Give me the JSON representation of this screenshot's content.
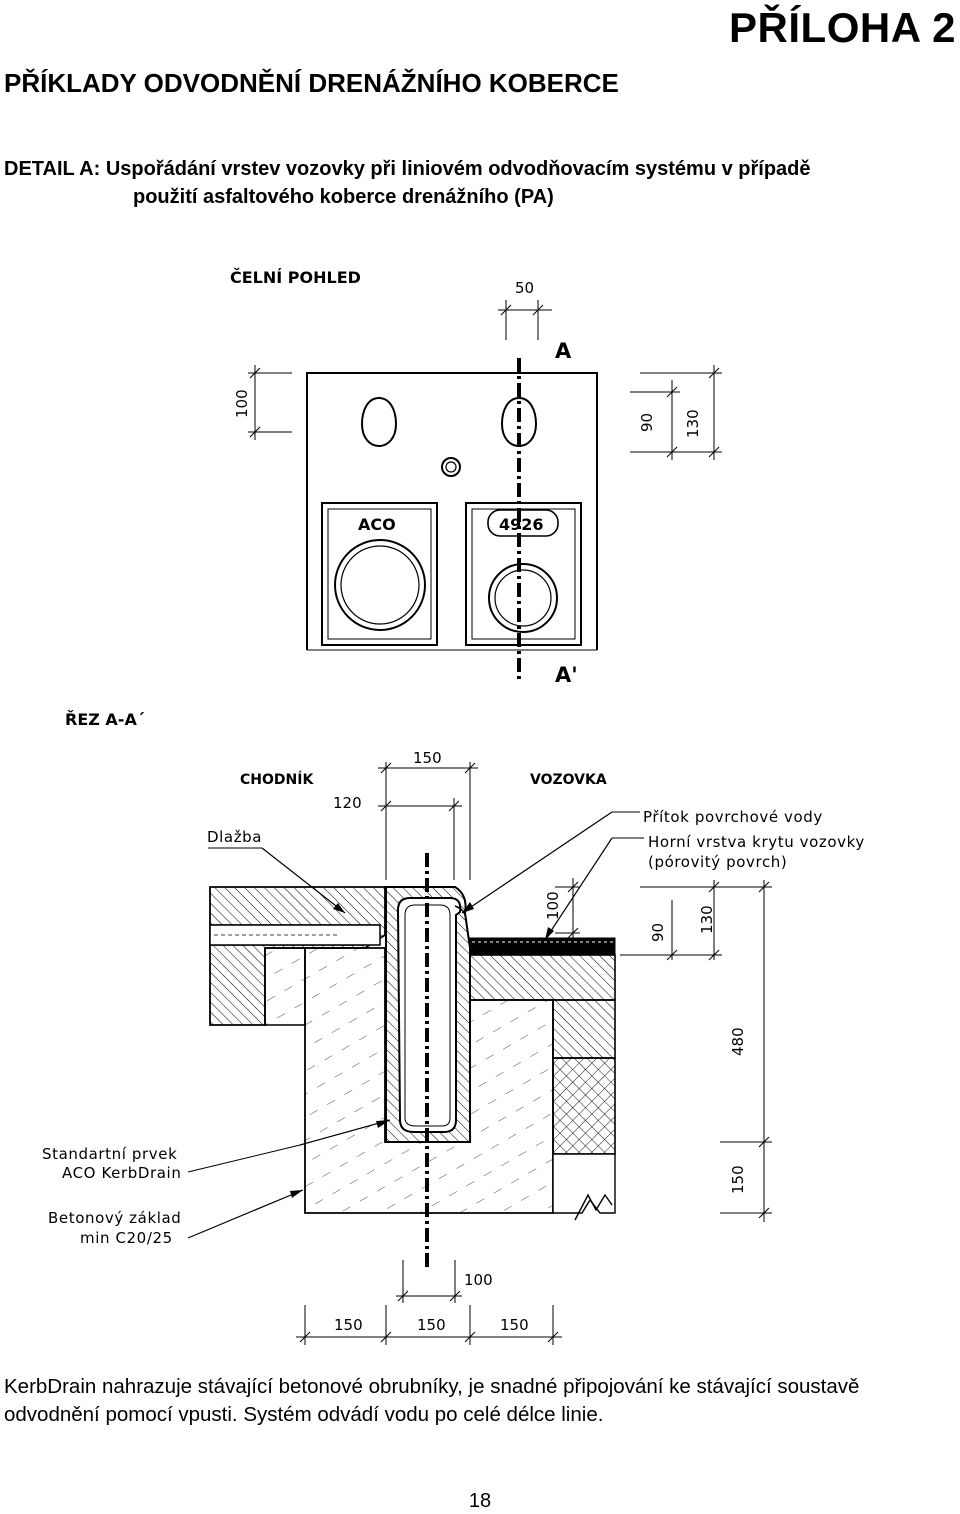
{
  "header": {
    "appendix": "PŘÍLOHA 2",
    "title": "PŘÍKLADY ODVODNĚNÍ DRENÁŽNÍHO KOBERCE"
  },
  "detail": {
    "line1": "DETAIL A: Uspořádání vrstev vozovky při liniovém odvodňovacím systému v případě",
    "line2": "použití asfaltového koberce drenážního (PA)"
  },
  "front_view": {
    "heading": "ČELNÍ POHLED",
    "dim_top": "50",
    "dim_left": "100",
    "dim_right_inner": "90",
    "dim_right_outer": "130",
    "section_mark_top": "A",
    "section_mark_bottom": "A'",
    "label_left_panel": "ACO",
    "label_right_panel": "4926"
  },
  "section_view": {
    "heading": "ŘEZ A-A´",
    "label_sidewalk": "CHODNÍK",
    "label_road": "VOZOVKA",
    "dim_150_top": "150",
    "dim_120": "120",
    "label_paving": "Dlažba",
    "label_inflow": "Přítok povrchové vody",
    "label_surface_1": "Horní vrstva krytu vozovky",
    "label_surface_2": "(pórovitý povrch)",
    "dim_100": "100",
    "dim_90": "90",
    "dim_130": "130",
    "dim_480": "480",
    "dim_150_right": "150",
    "label_element_1": "Standartní prvek",
    "label_element_2": "ACO KerbDrain",
    "label_base_1": "Betonový základ",
    "label_base_2": "min C20/25",
    "dim_100_bottom": "100",
    "dims_bottom": [
      "150",
      "150",
      "150"
    ]
  },
  "caption": {
    "line1": "KerbDrain nahrazuje stávající betonové obrubníky, je snadné připojování ke stávající soustavě",
    "line2": "odvodnění pomocí vpusti. Systém odvádí vodu po celé délce linie."
  },
  "footer": {
    "page_number": "18"
  }
}
